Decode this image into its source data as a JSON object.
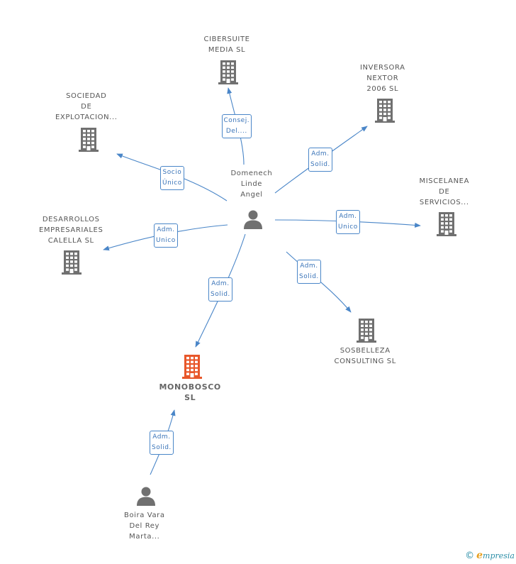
{
  "colors": {
    "edge": "#4a86c8",
    "company_icon": "#707070",
    "focus_company_icon": "#e8572a",
    "person_icon": "#707070",
    "label_text": "#555555",
    "brand": "#2d8fa8"
  },
  "nodes": {
    "domenech": {
      "type": "person",
      "icon": "person-icon",
      "lines": [
        "Domenech",
        "Linde",
        "Angel"
      ]
    },
    "boira": {
      "type": "person",
      "icon": "person-icon",
      "lines": [
        "Boira Vara",
        "Del Rey",
        "Marta..."
      ]
    },
    "monobosco": {
      "type": "company-focus",
      "icon": "building-icon",
      "lines": [
        "MONOBOSCO",
        "SL"
      ]
    },
    "cibersuite": {
      "type": "company",
      "icon": "building-icon",
      "lines": [
        "CIBERSUITE",
        "MEDIA  SL"
      ]
    },
    "inversora": {
      "type": "company",
      "icon": "building-icon",
      "lines": [
        "INVERSORA",
        "NEXTOR",
        "2006 SL"
      ]
    },
    "sociedad": {
      "type": "company",
      "icon": "building-icon",
      "lines": [
        "SOCIEDAD",
        "DE",
        "EXPLOTACION..."
      ]
    },
    "miscelanea": {
      "type": "company",
      "icon": "building-icon",
      "lines": [
        "MISCELANEA",
        "DE",
        "SERVICIOS..."
      ]
    },
    "desarrollos": {
      "type": "company",
      "icon": "building-icon",
      "lines": [
        "DESARROLLOS",
        "EMPRESARIALES",
        "CALELLA SL"
      ]
    },
    "sosbelleza": {
      "type": "company",
      "icon": "building-icon",
      "lines": [
        "SOSBELLEZA",
        "CONSULTING SL"
      ]
    }
  },
  "edges": [
    {
      "from": "domenech",
      "to": "cibersuite",
      "role": [
        "Consej.",
        "Del...."
      ]
    },
    {
      "from": "domenech",
      "to": "inversora",
      "role": [
        "Adm.",
        "Solid."
      ]
    },
    {
      "from": "domenech",
      "to": "sociedad",
      "role": [
        "Socio",
        "Único"
      ]
    },
    {
      "from": "domenech",
      "to": "miscelanea",
      "role": [
        "Adm.",
        "Unico"
      ]
    },
    {
      "from": "domenech",
      "to": "desarrollos",
      "role": [
        "Adm.",
        "Unico"
      ]
    },
    {
      "from": "domenech",
      "to": "sosbelleza",
      "role": [
        "Adm.",
        "Solid."
      ]
    },
    {
      "from": "domenech",
      "to": "monobosco",
      "role": [
        "Adm.",
        "Solid."
      ]
    },
    {
      "from": "boira",
      "to": "monobosco",
      "role": [
        "Adm.",
        "Solid."
      ]
    }
  ],
  "brand": {
    "copyright": "©",
    "initial": "e",
    "name": "mpresia"
  }
}
